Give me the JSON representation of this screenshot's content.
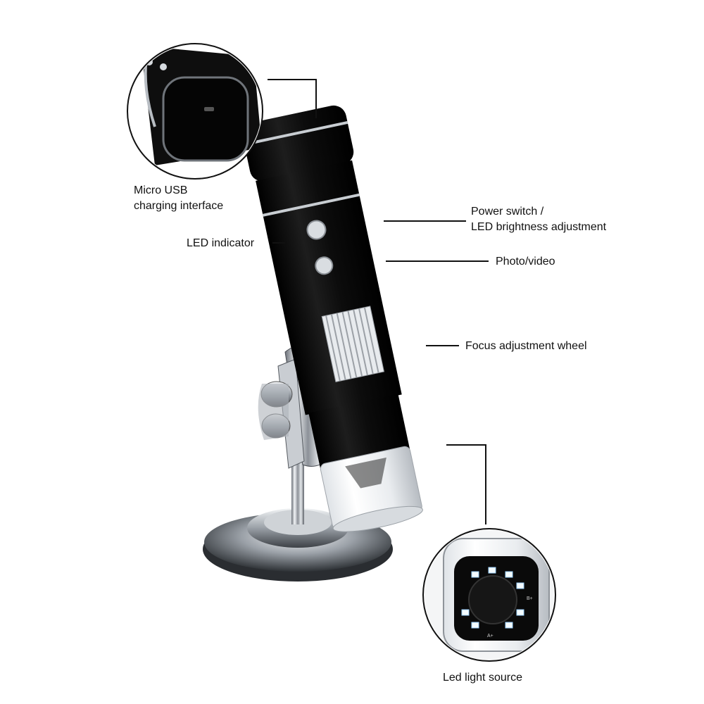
{
  "callouts": {
    "usb": {
      "line1": "Micro USB",
      "line2": "charging interface"
    },
    "led_indicator": "LED indicator",
    "power": {
      "line1": "Power switch /",
      "line2": "LED brightness adjustment"
    },
    "photo": "Photo/video",
    "focus": "Focus adjustment wheel",
    "light": "Led light source"
  },
  "lens_markings": {
    "b_plus": "B+",
    "a_plus": "A+"
  },
  "colors": {
    "body": "#0b0b0b",
    "chrome": "#b9bec4",
    "line": "#111111",
    "led": "#f4fbff"
  }
}
